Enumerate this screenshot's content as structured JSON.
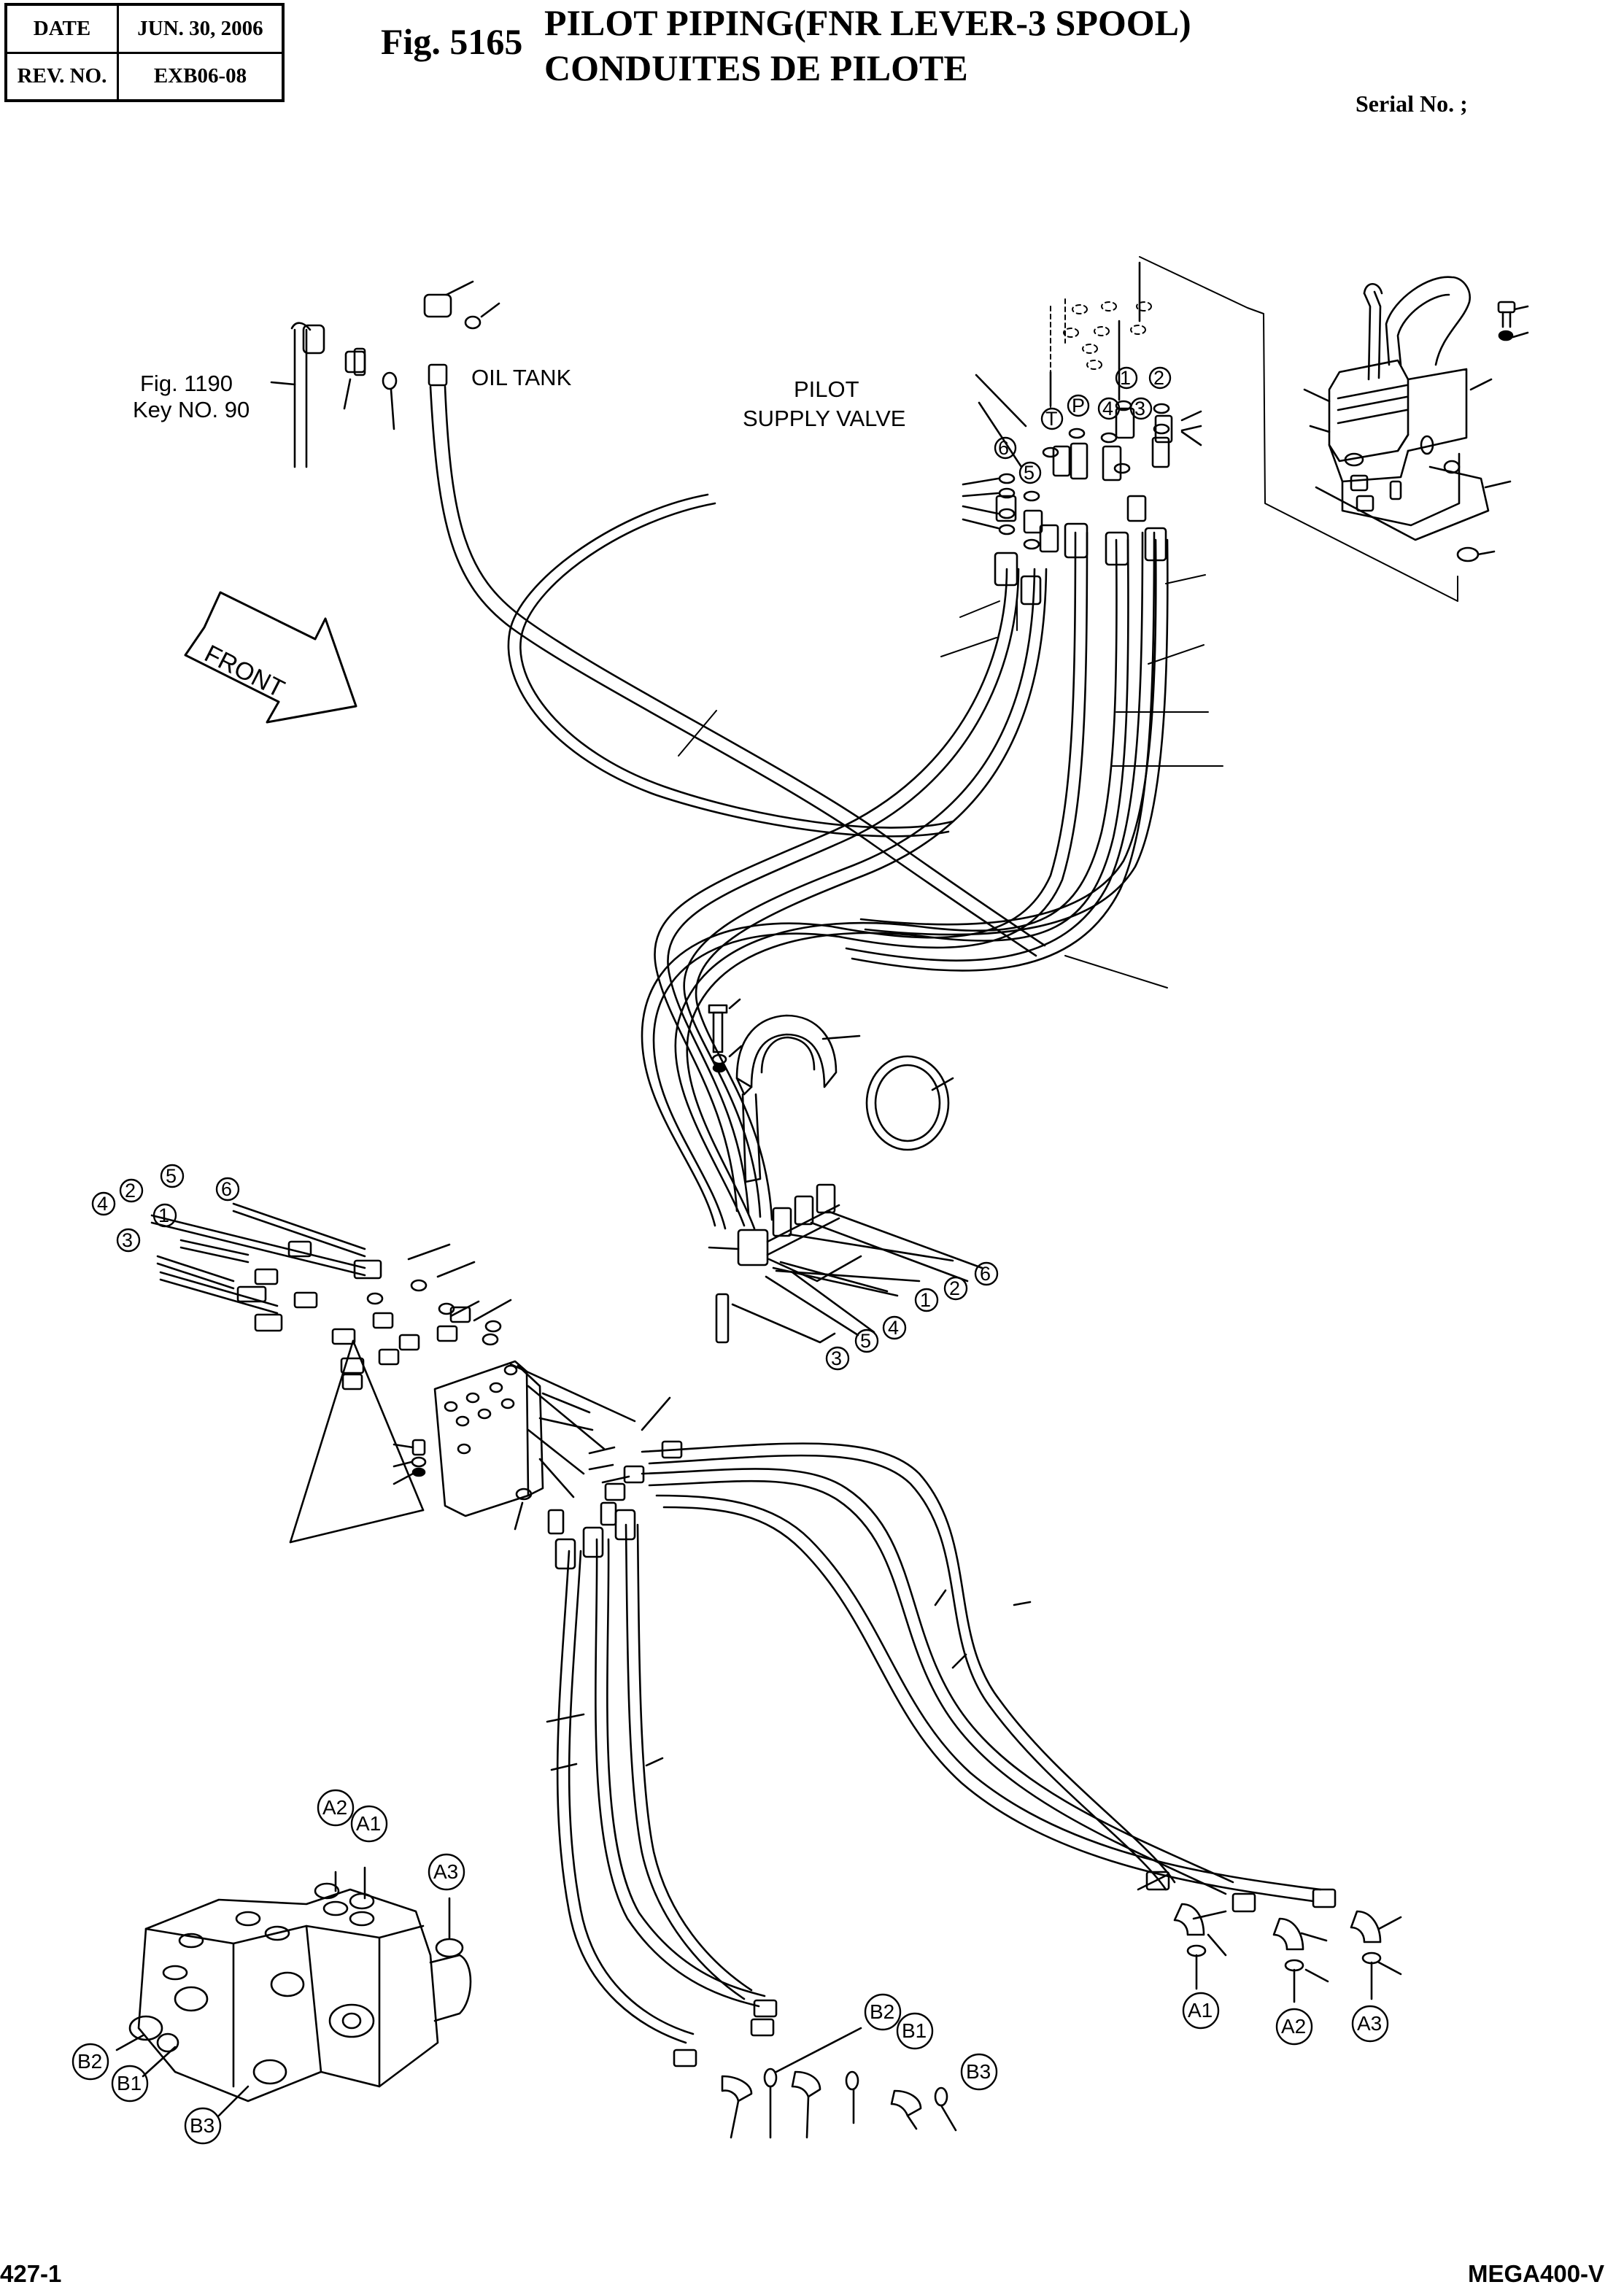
{
  "header": {
    "date_label": "DATE",
    "date_value": "JUN. 30, 2006",
    "rev_label": "REV. NO.",
    "rev_value": "EXB06-08"
  },
  "title": {
    "fig_no": "Fig. 5165",
    "line1": "PILOT PIPING(FNR LEVER-3 SPOOL)",
    "line2": "CONDUITES DE PILOTE"
  },
  "serial_label": "Serial No. ;",
  "labels": {
    "fig_ref_line1": "Fig. 1190",
    "fig_ref_line2": "Key NO. 90",
    "oil_tank": "OIL TANK",
    "pilot_line1": "PILOT",
    "pilot_line2": "SUPPLY VALVE",
    "front": "FRONT"
  },
  "callouts": {
    "n1": "1",
    "n2": "2",
    "n3": "3",
    "n4": "4",
    "n5": "5",
    "n6": "6",
    "P": "P",
    "T": "T",
    "A1": "A1",
    "A2": "A2",
    "A3": "A3",
    "B1": "B1",
    "B2": "B2",
    "B3": "B3"
  },
  "footer": {
    "page_no": "427-1",
    "model": "MEGA400-V"
  }
}
